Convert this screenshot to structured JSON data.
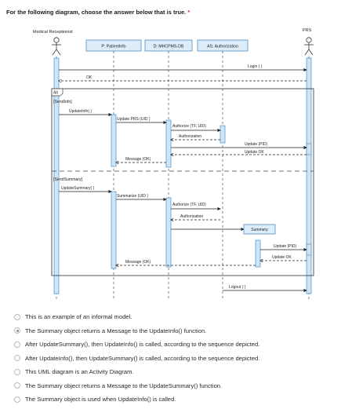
{
  "question": {
    "text": "For the following diagram, choose the answer below that is true.",
    "required_mark": "*"
  },
  "diagram": {
    "actors": {
      "left": "Medical Receptionist",
      "right": "PRS"
    },
    "lifelines": [
      "P: PatientInfo",
      "D: MHCPMS-DB",
      "AS: Authorization"
    ],
    "fragment": {
      "label": "Alt",
      "guard1": "[SendInfo]",
      "guard2": "[SendSummary]"
    },
    "summary_box": "Summery",
    "messages": {
      "login": "Login ( )",
      "ok": "OK",
      "update_info": "UpdateInfo( )",
      "update_prs": "Update PRS (UID )",
      "authorize1": "Authorize (TF, UID)",
      "authorization1": "Authorization",
      "update_pid1": "Update (PID)",
      "update_ok1": "Update OK",
      "message1": "Message (OK)",
      "update_summary": "UpdateSummary( )",
      "summarize": "Summarize (UID )",
      "authorize2": "Authorize (TF, UID)",
      "authorization2": "Authorization",
      "update_pid2": "Update (PID)",
      "update_ok2": "Update OK",
      "message2": "Message (OK)",
      "logout": "Logout ( )"
    }
  },
  "options": [
    {
      "label": "This is an example of an informal model.",
      "selected": false
    },
    {
      "label": "The Summary object returns a Message to the UpdateInfo() function.",
      "selected": true
    },
    {
      "label": "After UpdateSummary(), then UpdateInfo() is called, according to the sequence depicted.",
      "selected": false
    },
    {
      "label": "After UpdateInfo(), then UpdateSummary() is called, according to the sequence depicted.",
      "selected": false
    },
    {
      "label": "This UML diagram is an Activity Diagram.",
      "selected": false
    },
    {
      "label": "The Summary object returns a Message to the UpdateSummary() function.",
      "selected": false
    },
    {
      "label": "The Summary object is used when UpdateInfo() is called.",
      "selected": false
    }
  ],
  "colors": {
    "lifeline_fill": "#dcecf9",
    "lifeline_stroke": "#4a90c8",
    "activation_fill": "#cfe5f6"
  }
}
